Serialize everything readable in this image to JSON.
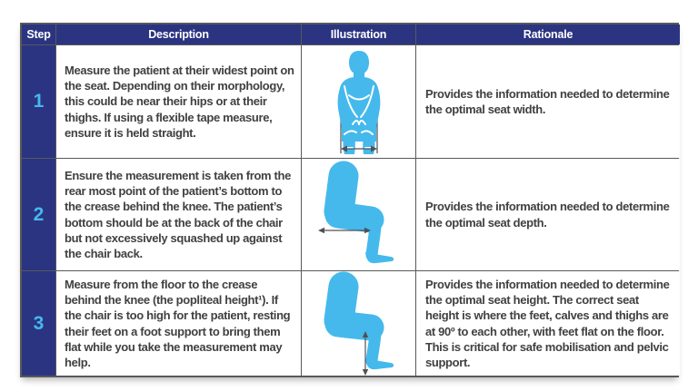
{
  "colors": {
    "header_navy": "#2b3481",
    "figure_blue": "#45b9ec",
    "border_gray": "#58595b",
    "text_gray": "#414042",
    "step_number_blue": "#45b9ec",
    "cell_white": "#ffffff"
  },
  "table": {
    "headers": [
      {
        "label": "Step"
      },
      {
        "label": "Description"
      },
      {
        "label": "Illustration"
      },
      {
        "label": "Rationale"
      }
    ],
    "rows": [
      {
        "step": "1",
        "description": "Measure the patient at their widest point on the seat. Depending on their morphology, this could be near their hips or at their thighs. If using a flexible tape measure, ensure it is held straight.",
        "illustration_icon": "seated-patient-front-view-seat-width-arrow-figure",
        "rationale": "Provides the information needed to determine the optimal seat width."
      },
      {
        "step": "2",
        "description": "Ensure the measurement is taken from the rear most point of the patient’s bottom to the crease behind the knee. The patient’s bottom should be at the back of the chair but not excessively squashed up against the chair back.",
        "illustration_icon": "seated-patient-side-view-seat-depth-arrow-figure",
        "rationale": "Provides the information needed to determine the optimal seat depth."
      },
      {
        "step": "3",
        "description": "Measure from the floor to the crease behind the knee (the popliteal height¹). If the chair is too high for the patient, resting their feet on a foot support to bring them flat while you take the measurement may help.",
        "illustration_icon": "seated-patient-side-view-seat-height-arrow-figure",
        "rationale": "Provides the information needed to determine the optimal seat height. The correct seat height is where the feet, calves and thighs are at 90º to each other, with feet flat on the floor. This is critical for safe mobilisation and pelvic support."
      }
    ]
  }
}
